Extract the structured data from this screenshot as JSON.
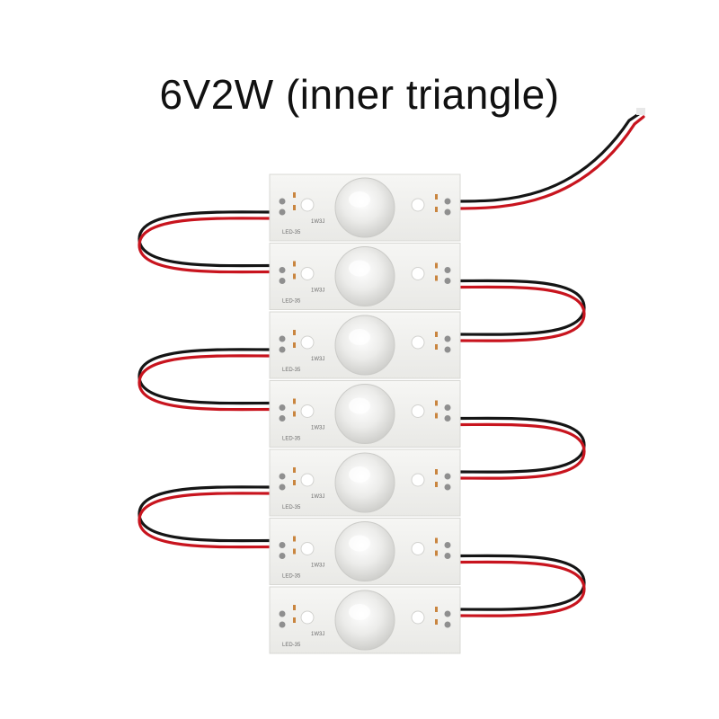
{
  "title": "6V2W (inner triangle)",
  "modules": [
    {
      "label": "LED-35",
      "code": "1W3J"
    },
    {
      "label": "LED-35",
      "code": "1W3J"
    },
    {
      "label": "LED-35",
      "code": "1W3J"
    },
    {
      "label": "LED-35",
      "code": "1W3J"
    },
    {
      "label": "LED-35",
      "code": "1W3J"
    },
    {
      "label": "LED-35",
      "code": "1W3J"
    },
    {
      "label": "LED-35",
      "code": "1W3J"
    }
  ],
  "colors": {
    "background": "#ffffff",
    "pcb": "#f1f1ef",
    "wire_red": "#c8141e",
    "wire_black": "#151515",
    "lens": "#e6e6e3",
    "pad": "#8f8f8f"
  }
}
